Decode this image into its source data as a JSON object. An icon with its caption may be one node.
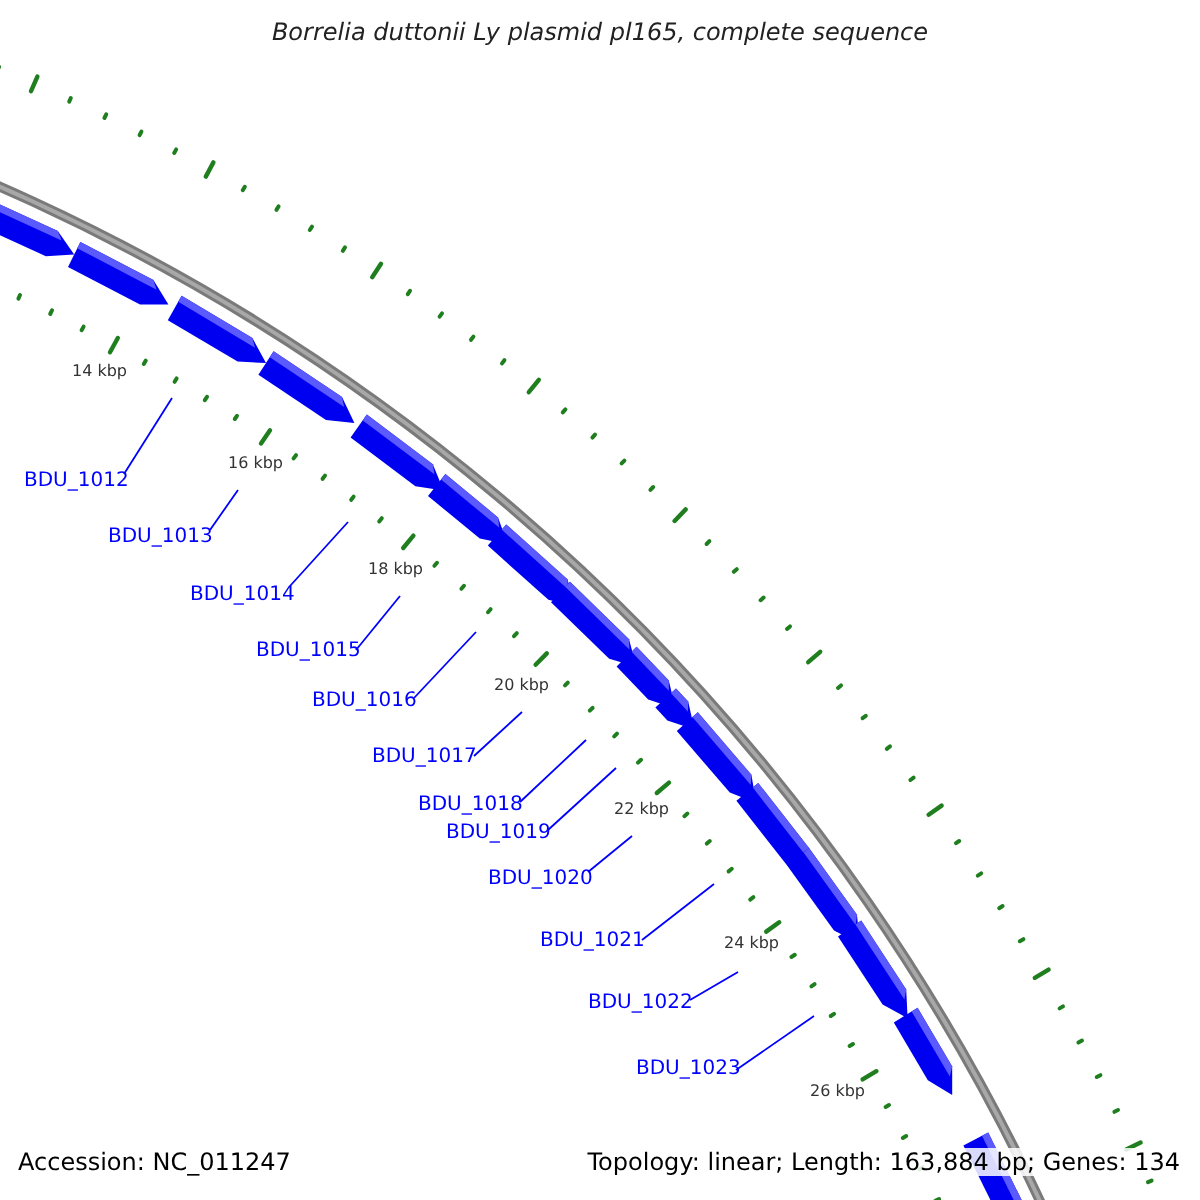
{
  "diagram": {
    "title": "Borrelia duttonii Ly plasmid pl165, complete sequence",
    "nodes": [
      {
        "text": [
          "BDU_1012"
        ]
      },
      {
        "text": [
          "BDU_1013"
        ]
      },
      {
        "text": [
          "BDU_1014"
        ]
      },
      {
        "text": [
          "BDU_1015"
        ]
      },
      {
        "text": [
          "BDU_1016"
        ]
      },
      {
        "text": [
          "BDU_1017"
        ]
      },
      {
        "text": [
          "BDU_1018"
        ]
      },
      {
        "text": [
          "BDU_1019"
        ]
      },
      {
        "text": [
          "BDU_1020"
        ]
      },
      {
        "text": [
          "BDU_1021"
        ]
      },
      {
        "text": [
          "BDU_1022"
        ]
      },
      {
        "text": [
          "BDU_1023"
        ]
      }
    ],
    "edges": [
      {
        "from": 0,
        "to": null,
        "arrow": "none"
      },
      {
        "from": 1,
        "to": null,
        "arrow": "none"
      },
      {
        "from": 2,
        "to": null,
        "arrow": "none"
      },
      {
        "from": 3,
        "to": null,
        "arrow": "none"
      },
      {
        "from": 4,
        "to": null,
        "arrow": "none"
      },
      {
        "from": 5,
        "to": null,
        "arrow": "none"
      },
      {
        "from": 6,
        "to": null,
        "arrow": "none"
      },
      {
        "from": 7,
        "to": null,
        "arrow": "none"
      },
      {
        "from": 8,
        "to": null,
        "arrow": "none"
      },
      {
        "from": 9,
        "to": null,
        "arrow": "none"
      },
      {
        "from": 10,
        "to": null,
        "arrow": "none"
      },
      {
        "from": 11,
        "to": null,
        "arrow": "none"
      }
    ],
    "labels": [
      "14 kbp",
      "16 kbp",
      "18 kbp",
      "20 kbp",
      "22 kbp",
      "24 kbp",
      "26 kbp",
      "Accession: NC_011247",
      "Topology: linear; Length: 163,884 bp; Genes: 134"
    ]
  }
}
